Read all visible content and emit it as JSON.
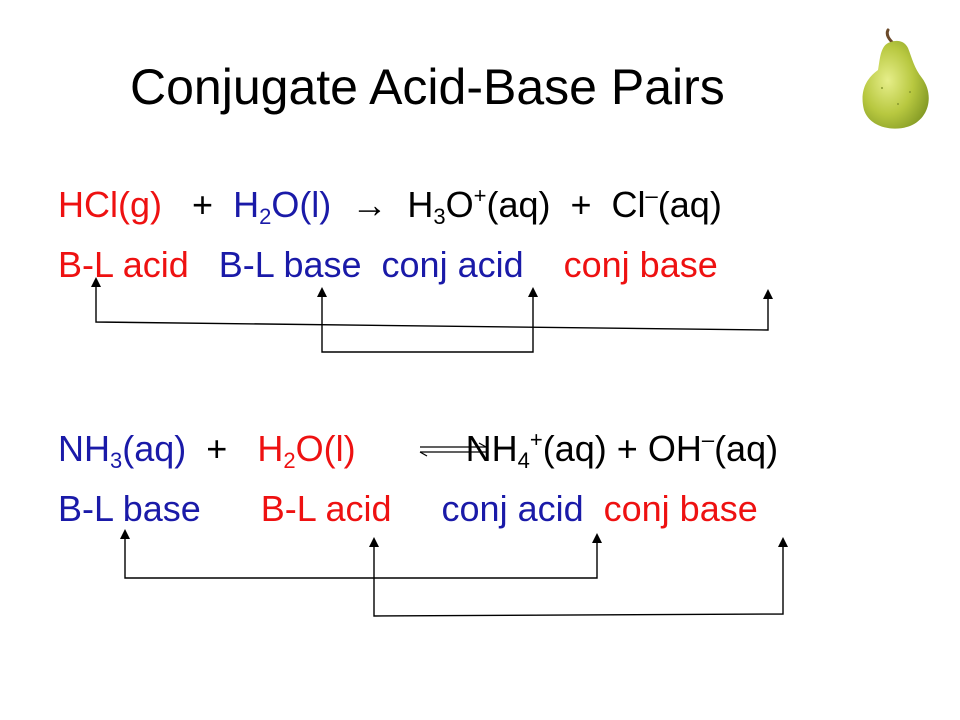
{
  "slide": {
    "title": "Conjugate Acid-Base Pairs"
  },
  "reaction1": {
    "equation": {
      "reactant1": "HCl(g)",
      "plus1": "+",
      "reactant2_base": "H",
      "reactant2_sub": "2",
      "reactant2_rest": "O(l)",
      "arrow": "→",
      "product1_base": "H",
      "product1_sub": "3",
      "product1_o": "O",
      "product1_sup": "+",
      "product1_rest": "(aq)",
      "plus2": "+",
      "product2_base": "Cl",
      "product2_sup": "–",
      "product2_rest": "(aq)"
    },
    "labels": {
      "acid": "B-L acid",
      "base": "B-L base",
      "conj_acid": "conj acid",
      "conj_base": "conj base"
    }
  },
  "reaction2": {
    "equation": {
      "reactant1_base": "NH",
      "reactant1_sub": "3",
      "reactant1_rest": "(aq)",
      "plus1": "+",
      "reactant2_base": "H",
      "reactant2_sub": "2",
      "reactant2_rest": "O(l)",
      "product1_base": "NH",
      "product1_sub": "4",
      "product1_sup": "+",
      "product1_rest": "(aq)",
      "plus2": "+",
      "product2_base": "OH",
      "product2_sup": "–",
      "product2_rest": "(aq)"
    },
    "labels": {
      "base": "B-L base",
      "acid": "B-L acid",
      "conj_acid": "conj acid",
      "conj_base": "conj base"
    }
  },
  "colors": {
    "acid": "#ee1111",
    "base": "#1a1aa8",
    "text": "#000000",
    "pear_body": "#b8c840",
    "pear_stem": "#6b4a2a"
  },
  "icons": {
    "pear": "pear-icon"
  }
}
